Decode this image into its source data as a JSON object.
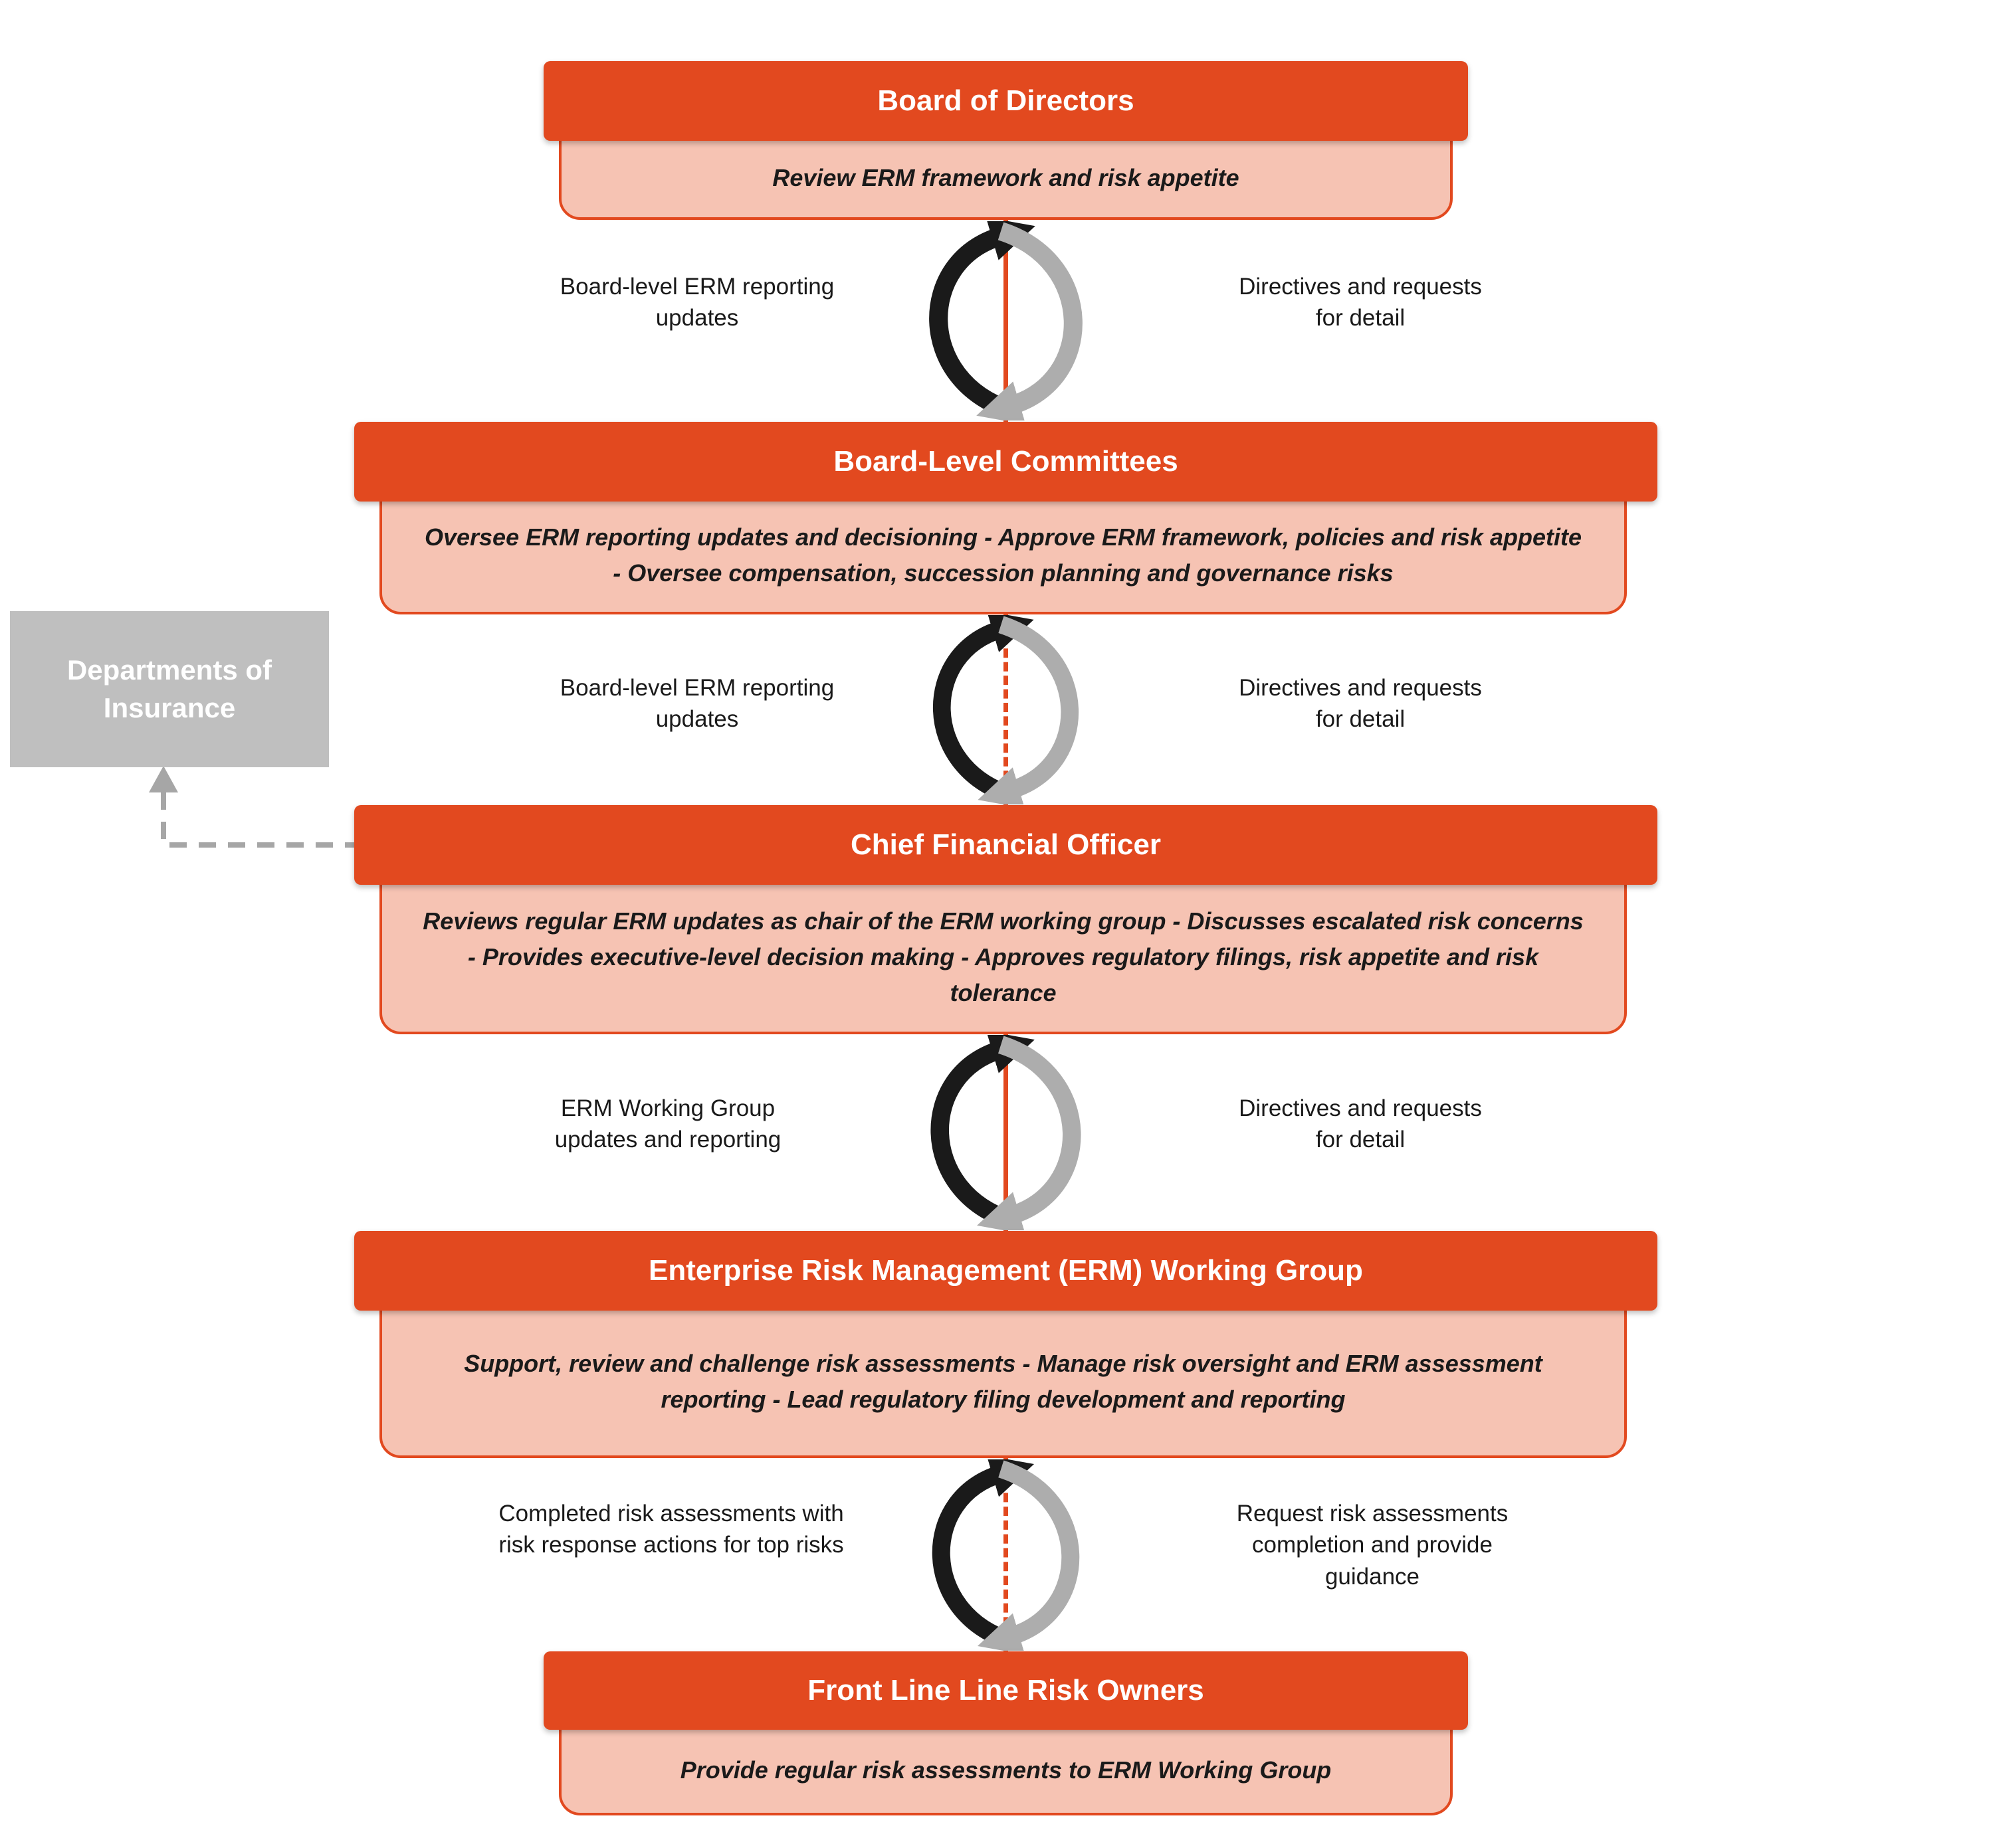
{
  "colors": {
    "accent": "#E2491F",
    "pink": "#F6C3B3",
    "grayBox": "#BFBFBF",
    "arrowBlack": "#1A1A1A",
    "arrowGray": "#ADADAD",
    "connectorGray": "#A6A6A6",
    "text": "#1A1A1A"
  },
  "icons": {
    "up_arrow": "curved-arrow-up",
    "down_arrow": "curved-arrow-down",
    "side_arrow": "dashed-arrow-up"
  },
  "side_box": {
    "label": "Departments of Insurance"
  },
  "boxes": [
    {
      "title": "Board of Directors",
      "description": "Review ERM framework and risk appetite"
    },
    {
      "title": "Board-Level Committees",
      "description": "Oversee ERM reporting updates and decisioning - Approve ERM framework, policies and risk appetite - Oversee compensation, succession planning and governance risks"
    },
    {
      "title": "Chief Financial Officer",
      "description": "Reviews regular ERM updates as chair of the ERM working group - Discusses escalated risk concerns - Provides executive-level decision making - Approves regulatory filings, risk appetite and risk tolerance"
    },
    {
      "title": "Enterprise Risk Management (ERM) Working Group",
      "description": "Support, review and challenge risk assessments - Manage risk oversight and ERM assessment reporting - Lead regulatory filing development and reporting"
    },
    {
      "title": "Front Line Line Risk Owners",
      "description": "Provide regular risk assessments to ERM Working Group"
    }
  ],
  "flows": [
    {
      "up": "Board-level ERM reporting updates",
      "down": "Directives and requests for detail"
    },
    {
      "up": "Board-level ERM reporting updates",
      "down": "Directives and requests for detail"
    },
    {
      "up": "ERM Working Group updates and reporting",
      "down": "Directives and requests for detail"
    },
    {
      "up": "Completed risk assessments with risk response actions for top risks",
      "down": "Request risk assessments completion and provide guidance"
    }
  ]
}
